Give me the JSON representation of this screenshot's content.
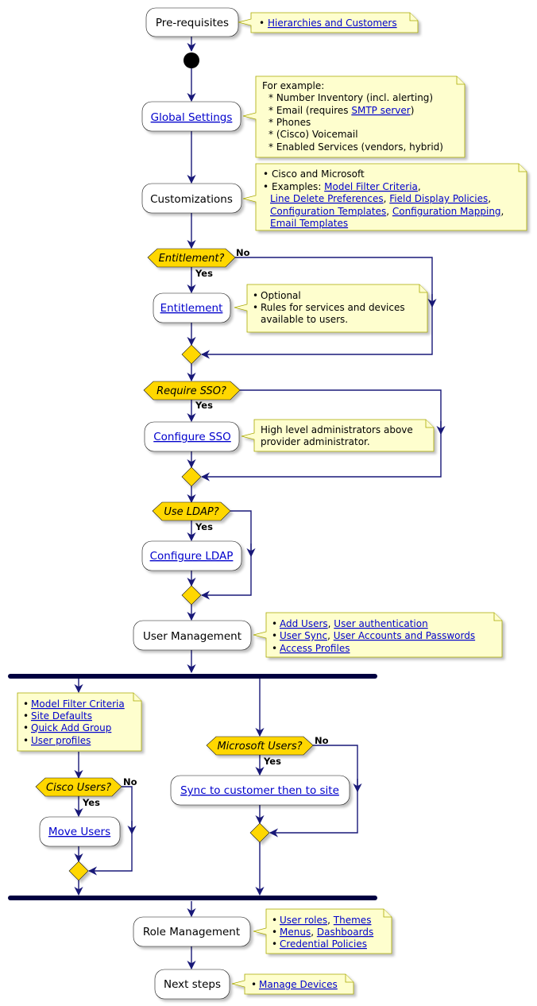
{
  "nodes": {
    "prereq": "Pre-requisites",
    "global_settings": "Global Settings",
    "customizations": "Customizations",
    "entitlement": "Entitlement",
    "configure_sso": "Configure SSO",
    "configure_ldap": "Configure LDAP",
    "user_management": "User Management",
    "move_users": "Move Users",
    "sync_customer_site": "Sync to customer then to site",
    "role_management": "Role Management",
    "next_steps": "Next steps"
  },
  "decisions": {
    "entitlement": "Entitlement?",
    "sso": "Require SSO?",
    "ldap": "Use LDAP?",
    "ms_users": "Microsoft Users?",
    "cisco_users": "Cisco Users?"
  },
  "labels": {
    "yes": "Yes",
    "no": "No"
  },
  "notes": {
    "prereq": {
      "bullet": "•",
      "link": "Hierarchies and Customers"
    },
    "global": {
      "l1": "For example:",
      "l2": "* Number Inventory (incl. alerting)",
      "l3a": "* Email (requires ",
      "l3link": "SMTP server",
      "l3b": ")",
      "l4": "* Phones",
      "l5": "* (Cisco) Voicemail",
      "l6": "* Enabled Services (vendors, hybrid)"
    },
    "custom": {
      "l1": "Cisco and Microsoft",
      "l2a": "Examples: ",
      "l2link": "Model Filter Criteria",
      "l2b": ",",
      "l3link1": "Line Delete Preferences",
      "l3sep": ", ",
      "l3link2": "Field Display Policies",
      "l3b": ",",
      "l4link1": "Configuration Templates",
      "l4sep": ", ",
      "l4link2": "Configuration Mapping",
      "l4b": ",",
      "l5link": "Email Templates"
    },
    "entitle": {
      "l1": "Optional",
      "l2": "Rules for services and devices",
      "l3": "available to users."
    },
    "sso": {
      "l1": "High level administrators above",
      "l2": "provider administrator."
    },
    "users": {
      "l1link1": "Add Users",
      "l1sep": ", ",
      "l1link2": "User authentication",
      "l2link1": "User Sync",
      "l2sep": ", ",
      "l2link2": "User Accounts and Passwords",
      "l3link": "Access Profiles"
    },
    "cisco": {
      "l1": "Model Filter Criteria",
      "l2": "Site Defaults",
      "l3": "Quick Add Group",
      "l4": "User profiles"
    },
    "roles": {
      "l1link1": "User roles",
      "l1sep": ", ",
      "l1link2": "Themes",
      "l2link1": "Menus",
      "l2sep": ", ",
      "l2link2": "Dashboards",
      "l3link": "Credential Policies"
    },
    "next": {
      "link": "Manage Devices"
    }
  },
  "colors": {
    "decision_fill": "#ffd700",
    "note_fill": "#fefece",
    "connector": "#181878",
    "link": "#0000cc"
  }
}
